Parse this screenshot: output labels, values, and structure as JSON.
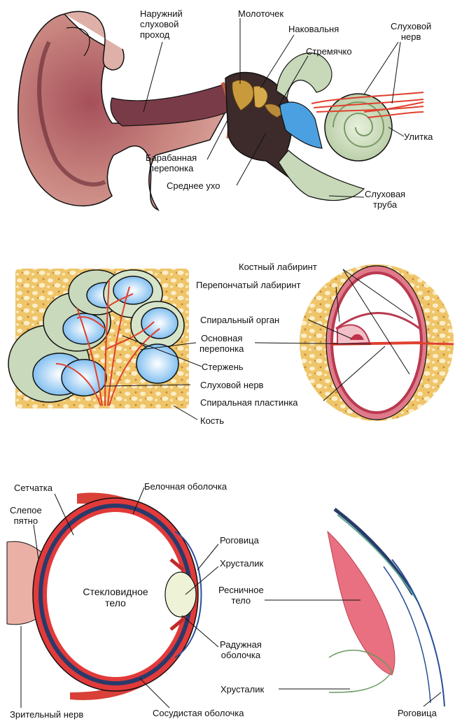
{
  "colors": {
    "skin": "#c97b78",
    "skin_dark": "#7a3340",
    "canal": "#8b4a55",
    "middle_ear": "#3a2a2a",
    "ossicle": "#c9a24a",
    "cochlea": "#c7d9b8",
    "nerve": "#e0402f",
    "endolymph": "#4aa0e0",
    "bone": "#f0cd72",
    "sclera": "#e23a3a",
    "choroid": "#2a3a6a",
    "eye_fill": "#ffffff",
    "lens": "#eef3d8",
    "cornea_line": "#2a4f9a"
  },
  "icons": [
    "ear-cross-section",
    "cochlea-cross-section",
    "eyeball-cross-section",
    "ciliary-body-detail"
  ],
  "ear": {
    "external_canal": "Наружний\nслуховой\nпроход",
    "malleus": "Молоточек",
    "incus": "Наковальня",
    "stapes": "Стремячко",
    "auditory_nerve": "Слуховой\nнерв",
    "cochlea": "Улитка",
    "eardrum": "Барабанная\nперепонка",
    "middle_ear": "Среднее ухо",
    "eustachian_tube": "Слуховая\nтруба"
  },
  "cochlea_section": {
    "bony_labyrinth": "Костный лабиринт",
    "membranous_labyrinth": "Перепончатый лабиринт",
    "spiral_organ": "Спиральный орган",
    "basilar_membrane": "Основная\nперепонка",
    "modiolus": "Стержень",
    "auditory_nerve": "Слуховой нерв",
    "spiral_lamina": "Спиральная пластинка",
    "bone": "Кость"
  },
  "eye": {
    "retina": "Сетчатка",
    "sclera": "Белочная оболочка",
    "blind_spot": "Слепое\nпятно",
    "cornea": "Роговица",
    "lens": "Хрусталик",
    "vitreous_body": "Стекловидное\nтело",
    "ciliary_body": "Ресничное\nтело",
    "iris": "Радужная\nоболочка",
    "lens_2": "Хрусталик",
    "optic_nerve": "Зрительный нерв",
    "choroid": "Сосудистая оболочка",
    "cornea_2": "Роговица"
  }
}
